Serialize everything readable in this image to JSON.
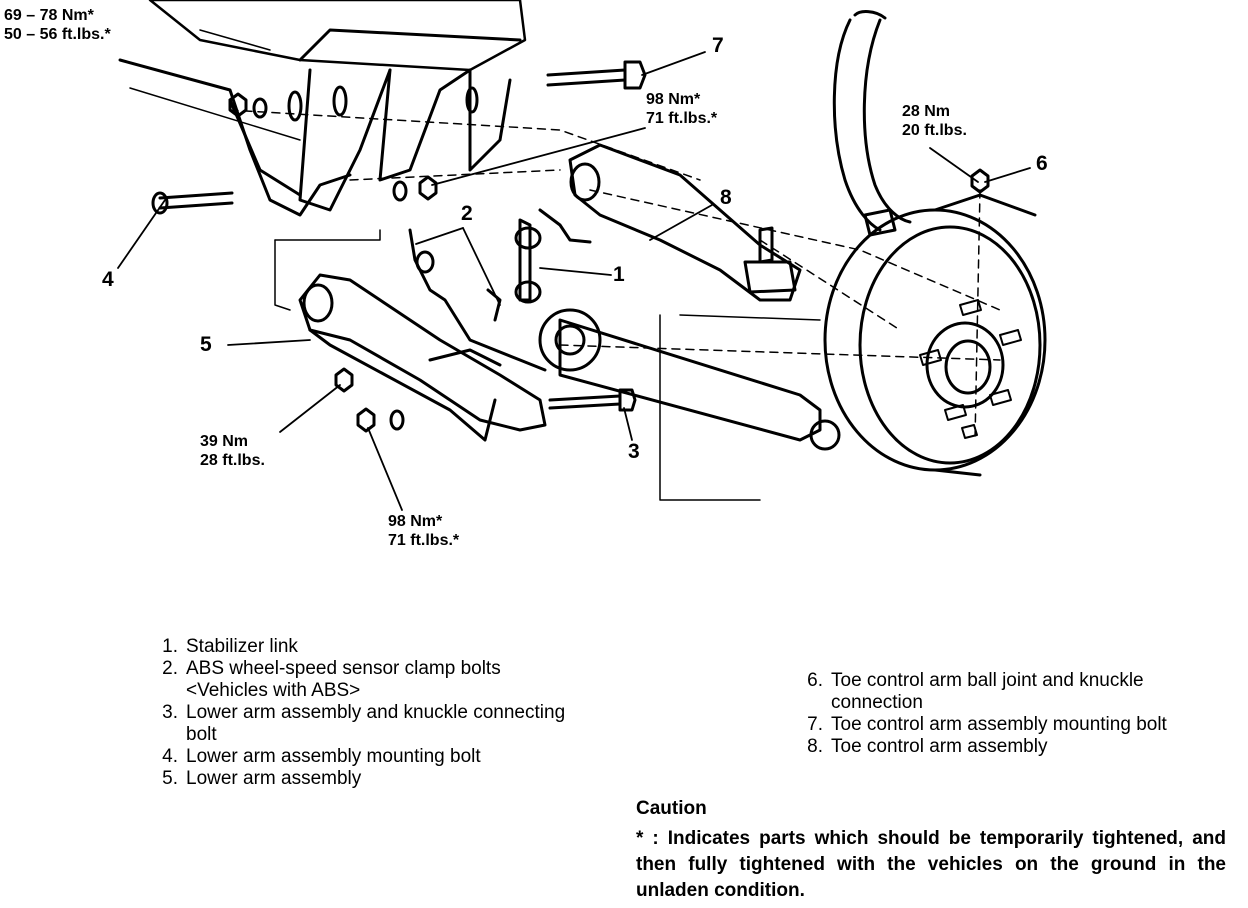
{
  "torque_callouts": {
    "frame_bolt": [
      "69 – 78 Nm*",
      "50 – 56 ft.lbs.*"
    ],
    "toe_arm_mount": [
      "98 Nm*",
      "71 ft.lbs.*"
    ],
    "ball_joint_nut": [
      "28 Nm",
      "20 ft.lbs."
    ],
    "lower_nut": [
      "39 Nm",
      "28 ft.lbs."
    ],
    "lower_arm_mount": [
      "98 Nm*",
      "71 ft.lbs.*"
    ]
  },
  "part_numbers": [
    "1",
    "2",
    "3",
    "4",
    "5",
    "6",
    "7",
    "8"
  ],
  "legend": [
    {
      "num": "1.",
      "text": "Stabilizer link"
    },
    {
      "num": "2.",
      "text": "ABS wheel-speed sensor clamp bolts <Vehicles with ABS>"
    },
    {
      "num": "3.",
      "text": "Lower arm assembly and knuckle connecting bolt"
    },
    {
      "num": "4.",
      "text": "Lower arm assembly mounting bolt"
    },
    {
      "num": "5.",
      "text": "Lower arm assembly"
    },
    {
      "num": "6.",
      "text": "Toe control arm ball joint and knuckle connection"
    },
    {
      "num": "7.",
      "text": "Toe control arm assembly mounting bolt"
    },
    {
      "num": "8.",
      "text": "Toe control arm assembly"
    }
  ],
  "caution": {
    "title": "Caution",
    "text": "* : Indicates parts which should be temporarily tightened, and then fully tightened with the vehicles on the ground in the unladen condition."
  }
}
